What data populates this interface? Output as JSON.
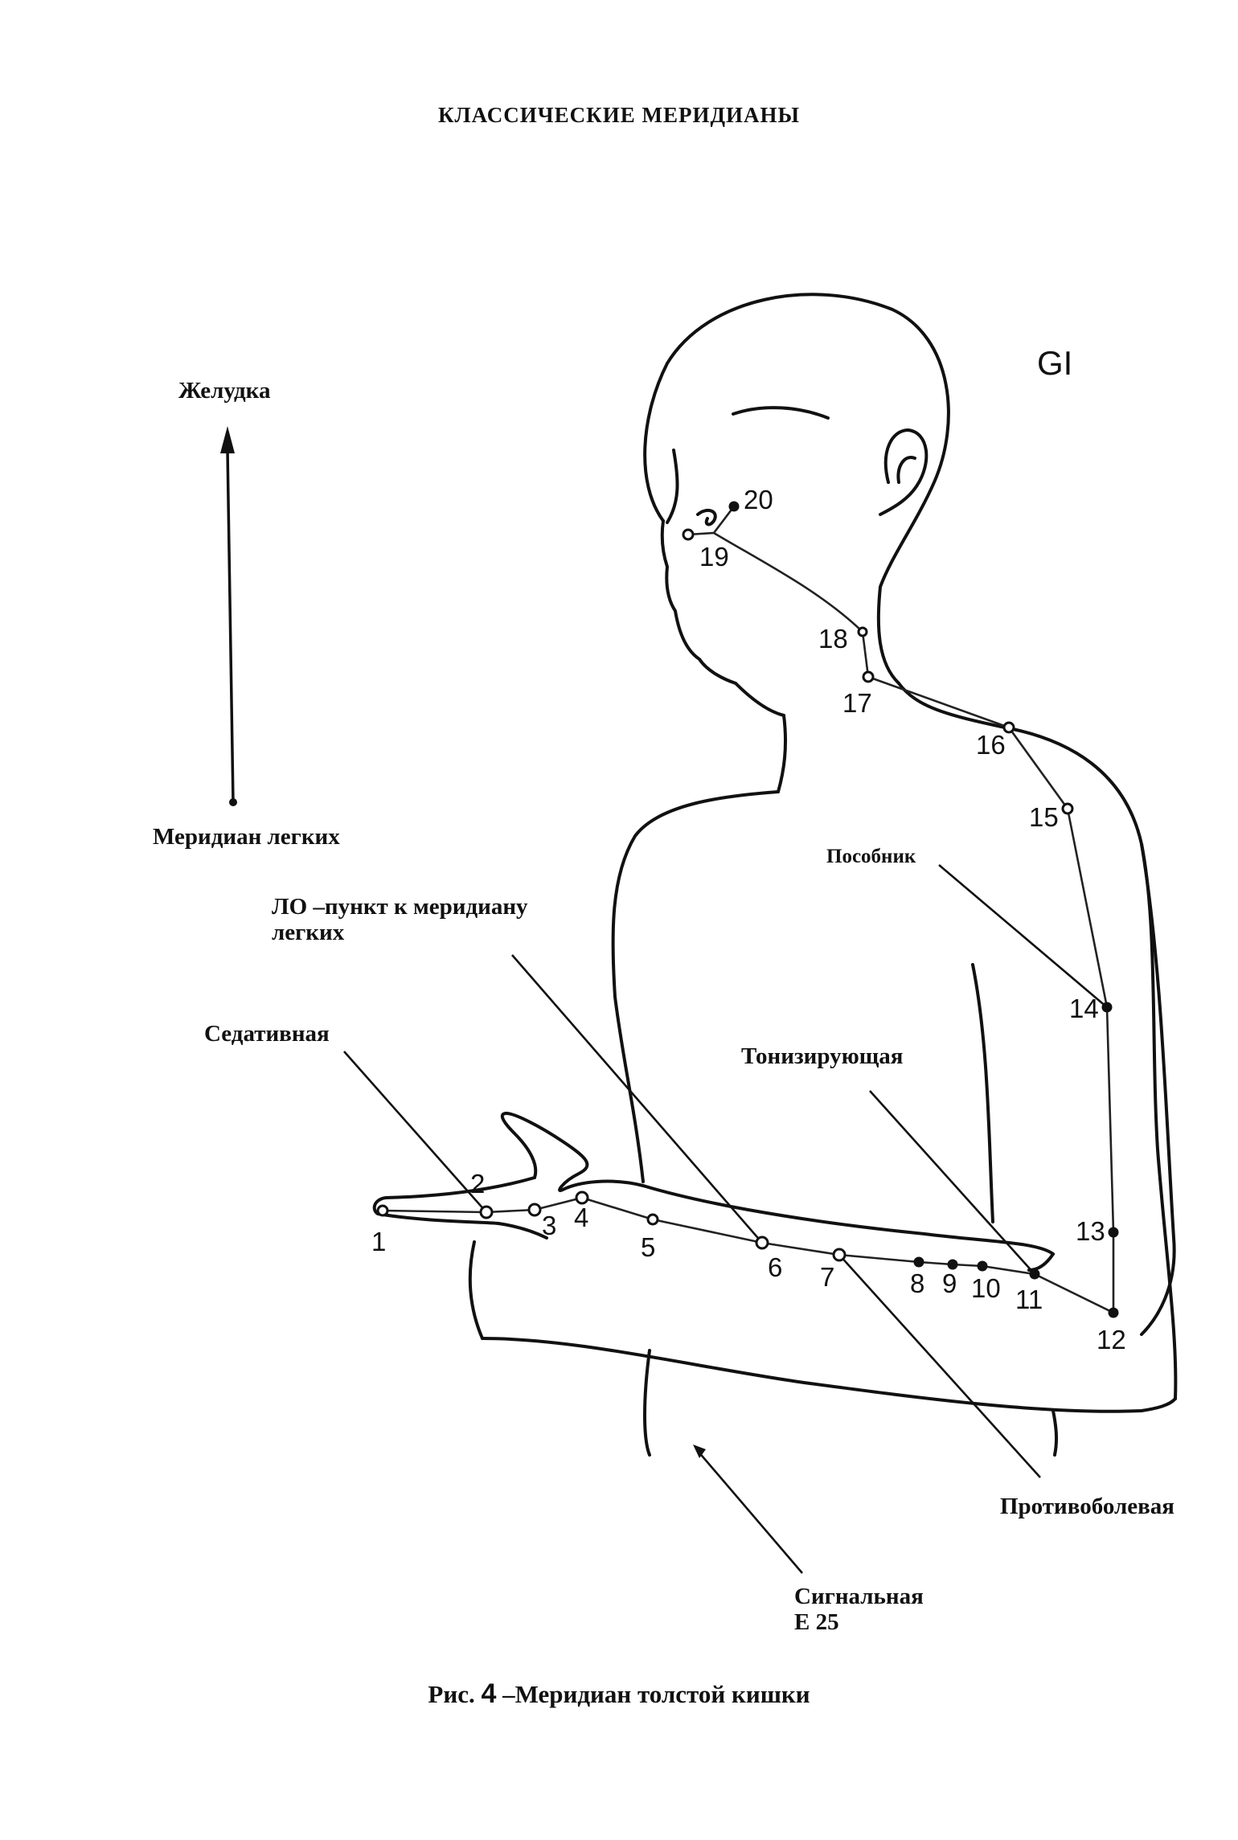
{
  "header": {
    "title": "КЛАССИЧЕСКИЕ МЕРИДИАНЫ"
  },
  "figure": {
    "code": "GI",
    "caption_prefix": "Рис.",
    "caption_number": "4",
    "caption_text": "–Меридиан толстой кишки"
  },
  "labels": {
    "stomach": "Желудка",
    "lung_meridian": "Меридиан легких",
    "luo_line1": "ЛО –пункт к меридиану",
    "luo_line2": "легких",
    "sedative": "Седативная",
    "tonifying": "Тонизирующая",
    "helper": "Пособник",
    "analgesic": "Противоболевая",
    "signal_line1": "Сигнальная",
    "signal_line2": "Е 25"
  },
  "points": [
    "1",
    "2",
    "3",
    "4",
    "5",
    "6",
    "7",
    "8",
    "9",
    "10",
    "11",
    "12",
    "13",
    "14",
    "15",
    "16",
    "17",
    "18",
    "19",
    "20"
  ]
}
